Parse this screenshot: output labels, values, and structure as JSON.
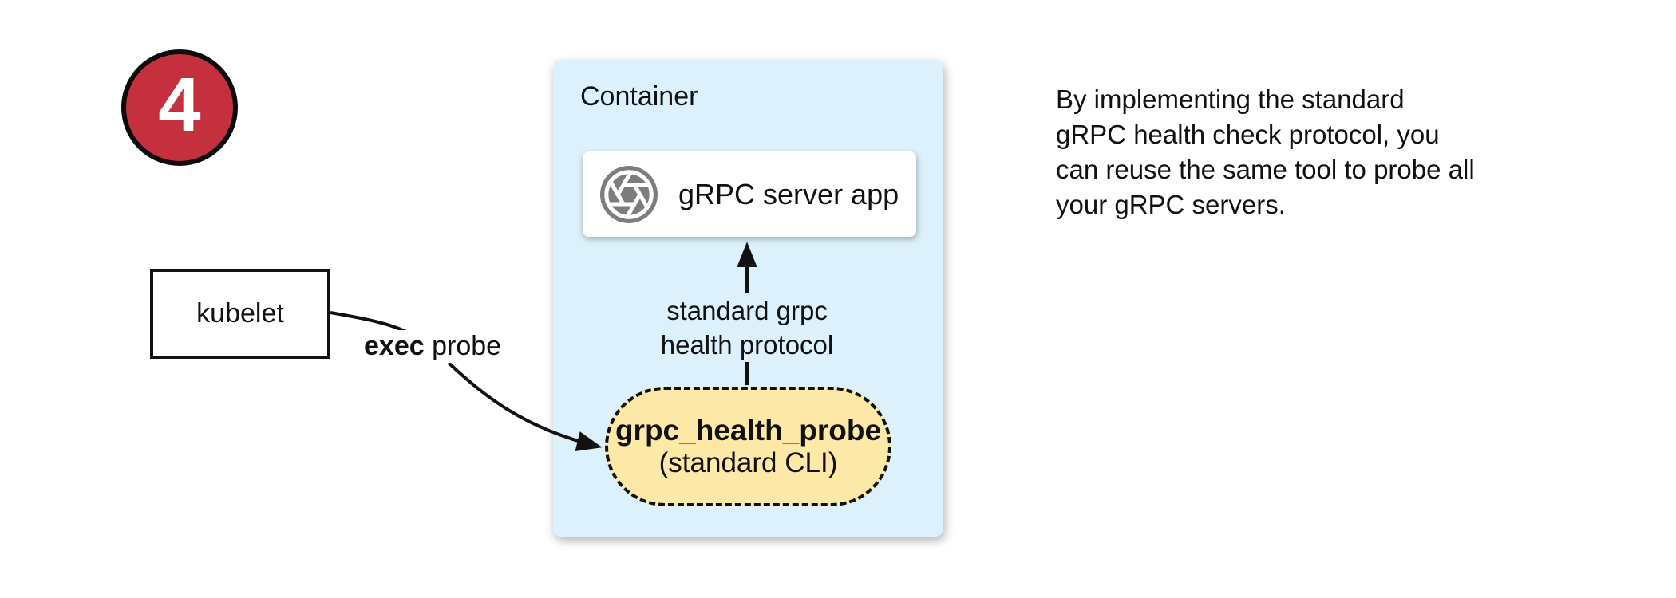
{
  "colors": {
    "badge-red": "#C5303E",
    "container-blue": "#DCF1FB",
    "pill-yellow": "#FDE9A7",
    "icon-gray": "#7D7D7D"
  },
  "badge": {
    "number": "4"
  },
  "kubelet_box": {
    "label": "kubelet"
  },
  "exec_edge": {
    "bold": "exec",
    "rest": " probe"
  },
  "container": {
    "title": "Container"
  },
  "server_box": {
    "label": "gRPC server app",
    "icon": "aperture-icon"
  },
  "health_edge": {
    "label": "standard grpc\nhealth protocol"
  },
  "probe_pill": {
    "name": "grpc_health_probe",
    "sub": "(standard CLI)"
  },
  "note": {
    "text": "By implementing the standard\ngRPC health check protocol, you\ncan reuse the same tool to probe all\nyour gRPC servers."
  }
}
